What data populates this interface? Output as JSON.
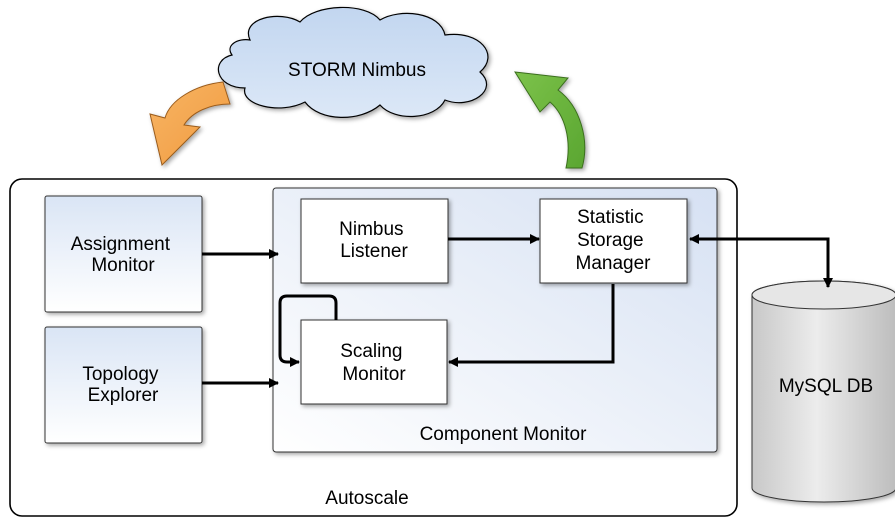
{
  "nimbus": {
    "label": "STORM Nimbus"
  },
  "autoscale": {
    "label": "Autoscale"
  },
  "component_monitor": {
    "label": "Component Monitor"
  },
  "assignment_monitor": {
    "lines": [
      "Assignment",
      "Monitor"
    ]
  },
  "topology_explorer": {
    "lines": [
      "Topology",
      "Explorer"
    ]
  },
  "nimbus_listener": {
    "lines": [
      "Nimbus",
      "Listener"
    ]
  },
  "statistic_storage_manager": {
    "lines": [
      "Statistic",
      "Storage",
      "Manager"
    ]
  },
  "scaling_monitor": {
    "lines": [
      "Scaling",
      "Monitor"
    ]
  },
  "database": {
    "label": "MySQL DB"
  },
  "colors": {
    "cloud_fill": "#cfe0f5",
    "orange_arrow": "#f5a54a",
    "green_arrow": "#6cb33f",
    "box_gradient_top": "#dde7f6",
    "cylinder_fill": "#d9d9d9"
  }
}
